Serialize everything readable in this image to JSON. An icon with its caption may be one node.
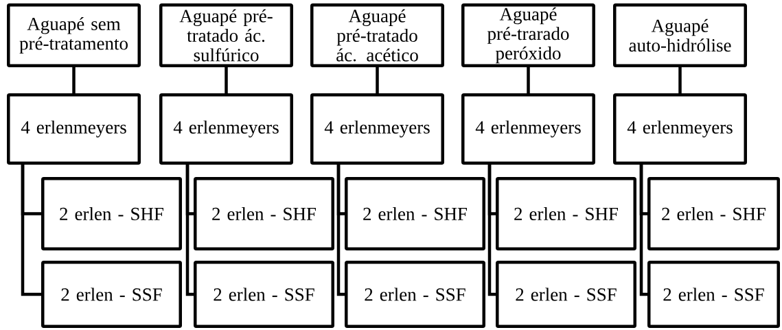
{
  "diagram": {
    "nodes": [
      {
        "text": [
          "Aguapé sem pré-tratamento"
        ]
      },
      {
        "text": [
          "Aguapé pré-tratado ác. sulfúrico"
        ]
      },
      {
        "text": [
          "Aguapé pré-tratado ác. acético"
        ]
      },
      {
        "text": [
          "Aguapé pré-trarado peróxido"
        ]
      },
      {
        "text": [
          "Aguapé auto-hidrólise"
        ]
      },
      {
        "text": [
          "4 erlenmeyers"
        ]
      },
      {
        "text": [
          "4 erlenmeyers"
        ]
      },
      {
        "text": [
          "4 erlenmeyers"
        ]
      },
      {
        "text": [
          "4 erlenmeyers"
        ]
      },
      {
        "text": [
          "4 erlenmeyers"
        ]
      },
      {
        "text": [
          "2 erlen - SHF"
        ]
      },
      {
        "text": [
          "2 erlen - SHF"
        ]
      },
      {
        "text": [
          "2 erlen - SHF"
        ]
      },
      {
        "text": [
          "2 erlen - SHF"
        ]
      },
      {
        "text": [
          "2 erlen - SHF"
        ]
      },
      {
        "text": [
          "2 erlen - SSF"
        ]
      },
      {
        "text": [
          "2 erlen - SSF"
        ]
      },
      {
        "text": [
          "2 erlen - SSF"
        ]
      },
      {
        "text": [
          "2 erlen - SSF"
        ]
      },
      {
        "text": [
          "2 erlen - SSF"
        ]
      }
    ],
    "edges": [
      {
        "from": 0,
        "to": 5,
        "arrow": "none"
      },
      {
        "from": 1,
        "to": 6,
        "arrow": "none"
      },
      {
        "from": 2,
        "to": 7,
        "arrow": "none"
      },
      {
        "from": 3,
        "to": 8,
        "arrow": "none"
      },
      {
        "from": 4,
        "to": 9,
        "arrow": "none"
      },
      {
        "from": 5,
        "to": 10,
        "arrow": "none"
      },
      {
        "from": 5,
        "to": 15,
        "arrow": "none"
      },
      {
        "from": 6,
        "to": 11,
        "arrow": "none"
      },
      {
        "from": 6,
        "to": 16,
        "arrow": "none"
      },
      {
        "from": 7,
        "to": 12,
        "arrow": "none"
      },
      {
        "from": 7,
        "to": 17,
        "arrow": "none"
      },
      {
        "from": 8,
        "to": 13,
        "arrow": "none"
      },
      {
        "from": 8,
        "to": 18,
        "arrow": "none"
      },
      {
        "from": 9,
        "to": 14,
        "arrow": "none"
      },
      {
        "from": 9,
        "to": 19,
        "arrow": "none"
      }
    ]
  }
}
